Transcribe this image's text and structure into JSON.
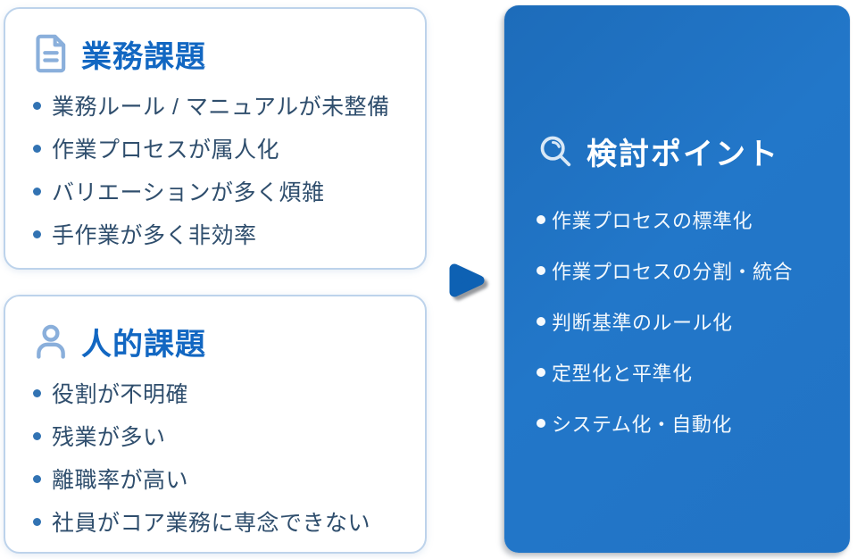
{
  "cards": {
    "business": {
      "title": "業務課題",
      "icon": "document-icon",
      "items": [
        "業務ルール / マニュアルが未整備",
        "作業プロセスが属人化",
        "バリエーションが多く煩雑",
        "手作業が多く非効率"
      ]
    },
    "human": {
      "title": "人的課題",
      "icon": "person-icon",
      "items": [
        "役割が不明確",
        "残業が多い",
        "離職率が高い",
        "社員がコア業務に専念できない"
      ]
    }
  },
  "arrow": {
    "direction": "right",
    "color": "#0e61b3"
  },
  "panel": {
    "title": "検討ポイント",
    "icon": "magnifier-icon",
    "items": [
      "作業プロセスの標準化",
      "作業プロセスの分割・統合",
      "判断基準のルール化",
      "定型化と平準化",
      "システム化・自動化"
    ]
  },
  "colors": {
    "card_title": "#1267c2",
    "card_border": "#bdd3eb",
    "card_text": "#2f4e6d",
    "bullet_dot": "#3273b3",
    "icon_light_blue": "#8aafdb",
    "panel_blue_start": "#1d6cba",
    "panel_blue_end": "#2173c5",
    "panel_text": "#ffffff",
    "arrow_blue": "#0e61b3",
    "background": "#ffffff"
  }
}
